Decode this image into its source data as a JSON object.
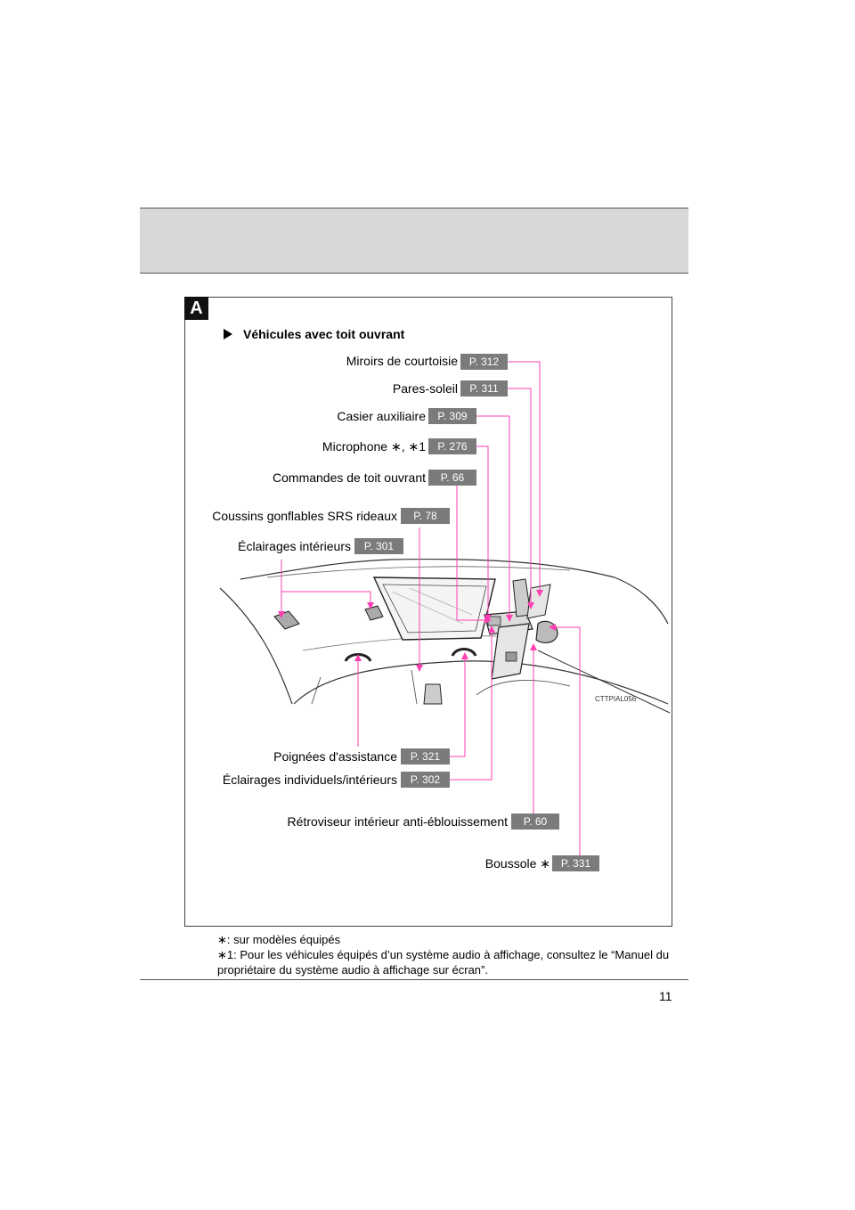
{
  "badge": "A",
  "section_title": "Véhicules avec toit ouvrant",
  "callouts": [
    {
      "label": "Miroirs de courtoisie",
      "page": "P. 312"
    },
    {
      "label": "Pares-soleil",
      "page": "P. 311"
    },
    {
      "label": "Casier auxiliaire",
      "page": "P. 309"
    },
    {
      "label": "Microphone ∗, ∗1",
      "page": "P. 276"
    },
    {
      "label": "Commandes de toit ouvrant",
      "page": "P. 66"
    },
    {
      "label": "Coussins gonflables SRS rideaux",
      "page": "P. 78"
    },
    {
      "label": "Éclairages intérieurs",
      "page": "P. 301"
    },
    {
      "label": "Poignées d'assistance",
      "page": "P. 321"
    },
    {
      "label": "Éclairages individuels/intérieurs",
      "page": "P. 302"
    },
    {
      "label": "Rétroviseur intérieur anti-éblouissement",
      "page": "P. 60"
    },
    {
      "label": "Boussole ∗",
      "page": "P. 331"
    }
  ],
  "image_code": "CTTPIAL056",
  "footnotes": [
    "∗: sur modèles équipés",
    "∗1: Pour les véhicules équipés d’un système audio à affichage, consultez le “Manuel du propriétaire du système audio à affichage sur écran”."
  ],
  "page_number": "11",
  "colors": {
    "leader": "#ff3fb4",
    "page_box": "#7b7b7b",
    "header_band": "#d8d8d8"
  }
}
